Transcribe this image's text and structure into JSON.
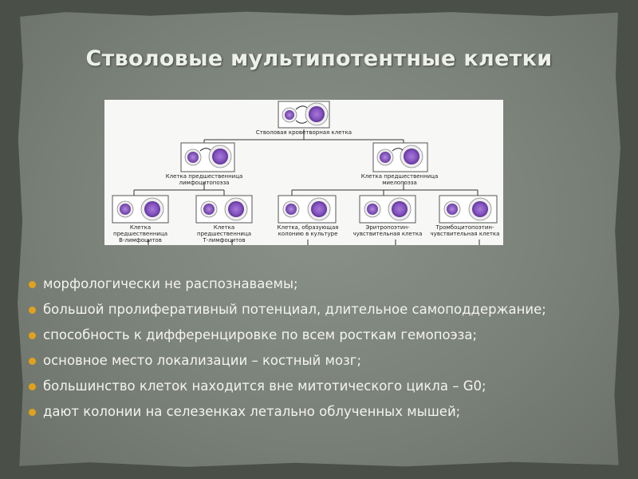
{
  "colors": {
    "bullet": "#e0a21c",
    "title": "#eef0ea",
    "background": "#7b8279",
    "cell": "#8e60c0"
  },
  "slide": {
    "title": "Стволовые мультипотентные клетки"
  },
  "diagram": {
    "root": {
      "label": "Стволовая кроветворная клетка"
    },
    "level2": [
      {
        "label": [
          "Клетка предшественница",
          "лимфоцитопоэза"
        ]
      },
      {
        "label": [
          "Клетка предшественница",
          "миелопоэза"
        ]
      }
    ],
    "level3": [
      {
        "label": [
          "Клетка",
          "предшественница",
          "В-лимфоцитов"
        ]
      },
      {
        "label": [
          "Клетка",
          "предшественница",
          "Т-лимфоцитов"
        ]
      },
      {
        "label": [
          "Клетка, образующая",
          "колонию в культуре"
        ]
      },
      {
        "label": [
          "Эритропоэтин-",
          "чувствительная клетка"
        ]
      },
      {
        "label": [
          "Тромбоцитопоэтин-",
          "чувствительная клетка"
        ]
      }
    ]
  },
  "bullets": [
    "морфологически не распознаваемы;",
    "большой пролиферативный потенциал, длительное самоподдержание;",
    "способность к дифференцировке по всем росткам гемопоэза;",
    "основное место локализации – костный мозг;",
    "большинство клеток находится вне митотического цикла – G0;",
    "дают колонии на селезенках летально облученных мышей;"
  ]
}
